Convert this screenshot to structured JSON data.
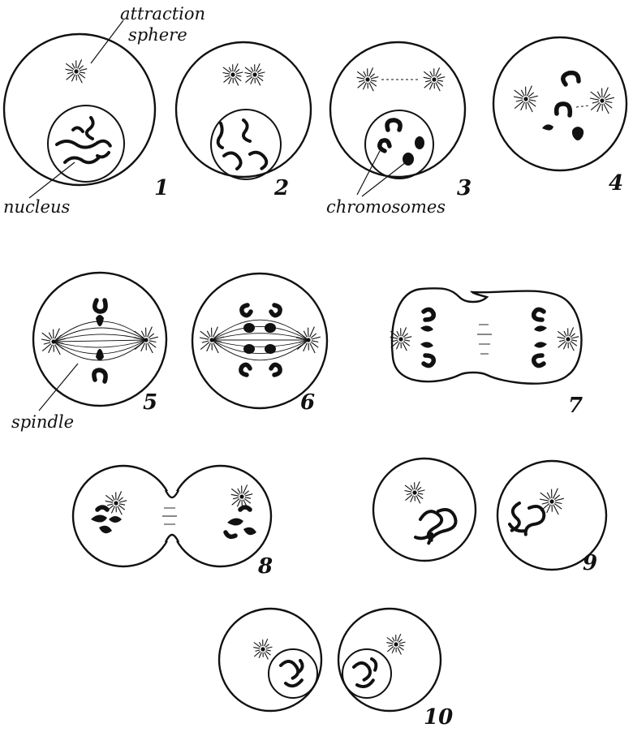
{
  "labels": {
    "attraction": "attraction",
    "sphere": "sphere",
    "nucleus": "nucleus",
    "chromosomes": "chromosomes",
    "spindle": "spindle"
  },
  "stages": [
    "1",
    "2",
    "3",
    "4",
    "5",
    "6",
    "7",
    "8",
    "9",
    "10"
  ]
}
